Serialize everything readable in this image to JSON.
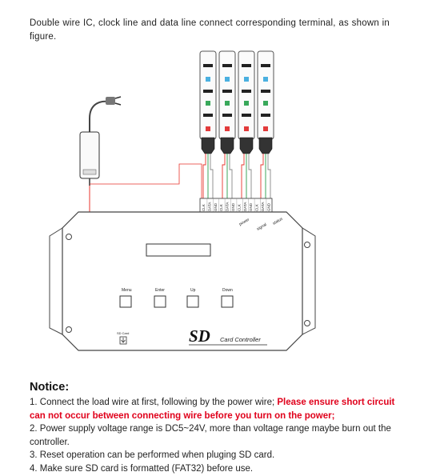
{
  "intro_text": "Double wire IC, clock line and data line connect corresponding terminal, as shown in figure.",
  "diagram": {
    "terminal_labels": [
      "CLK",
      "DATA",
      "GND",
      "CLK",
      "DATA",
      "GND",
      "CLK",
      "DATA",
      "GND",
      "CLK",
      "DATA",
      "GND"
    ],
    "status_labels": [
      "power",
      "signal",
      "status"
    ],
    "buttons": [
      "Menu",
      "Enter",
      "Up",
      "Down"
    ],
    "sd_card_label": "SD Card",
    "brand_big": "SD",
    "brand_small": "Card Controller"
  },
  "notice": {
    "title": "Notice:",
    "item1_normal": "1. Connect the load wire at first, following by the power wire; ",
    "item1_red": "Please ensure short circuit can not occur between connecting wire before you turn on the power;",
    "item2": "2. Power supply voltage range is DC5~24V, more than voltage range maybe burn out the controller.",
    "item3": "3. Reset operation can be performed when pluging SD card.",
    "item4": "4. Make sure SD card is formatted (FAT32) before use."
  },
  "colors": {
    "red_text": "#e0001b",
    "wire_red": "#e8342c",
    "wire_green": "#2a9d4a"
  }
}
